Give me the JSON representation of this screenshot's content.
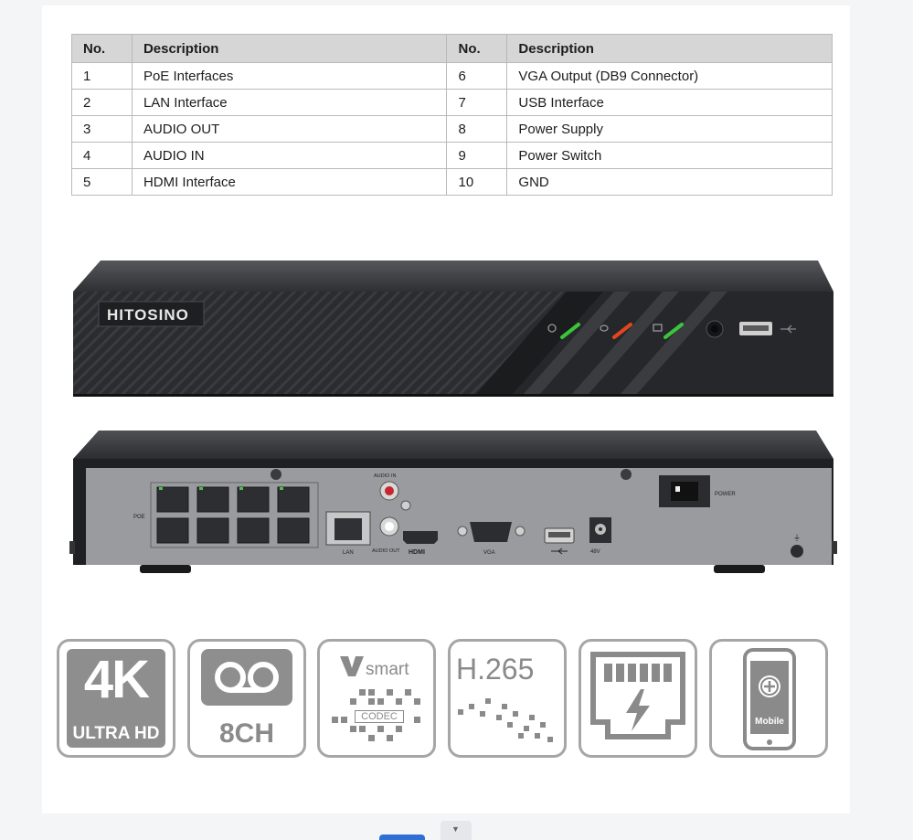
{
  "spec_table": {
    "headers": [
      "No.",
      "Description",
      "No.",
      "Description"
    ],
    "rows": [
      [
        "1",
        "PoE Interfaces",
        "6",
        "VGA Output (DB9 Connector)"
      ],
      [
        "2",
        "LAN Interface",
        "7",
        "USB Interface"
      ],
      [
        "3",
        "AUDIO OUT",
        "8",
        "Power Supply"
      ],
      [
        "4",
        "AUDIO IN",
        "9",
        "Power Switch"
      ],
      [
        "5",
        "HDMI Interface",
        "10",
        "GND"
      ]
    ]
  },
  "front_panel": {
    "brand": "HITOSINO",
    "led_colors": {
      "power": "#39c63a",
      "hdd": "#e3461f",
      "network": "#39c63a"
    }
  },
  "rear_panel": {
    "poe_label": "POE",
    "lan_label": "LAN",
    "audio_in_label": "AUDIO IN",
    "audio_out_label": "AUDIO OUT",
    "hdmi_label": "HDMI",
    "vga_label": "VGA",
    "power_label": "POWER",
    "dc_label": "48V"
  },
  "features": {
    "uhd": {
      "main": "4K",
      "sub": "ULTRA HD"
    },
    "channels": {
      "label": "8CH",
      "icon": "voicemail-icon"
    },
    "smart_codec": {
      "brand": "smart",
      "codec": "CODEC"
    },
    "h265": {
      "label": "H.265"
    },
    "poe": {
      "icon": "ethernet-lightning-icon"
    },
    "mobile": {
      "label": "Mobile"
    }
  }
}
